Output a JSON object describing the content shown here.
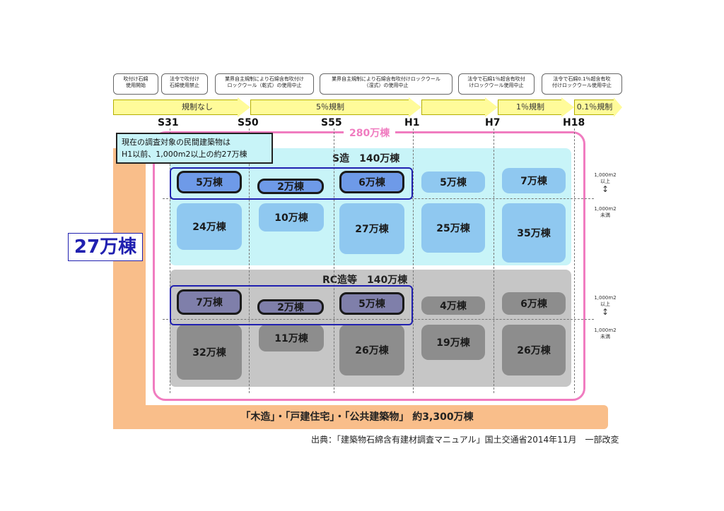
{
  "callouts": [
    "吹付け石綿\n使用開始",
    "法令で吹付け\n石綿使用禁止",
    "業界自主規制により石綿含有吹付け\nロックウール（乾式）の使用中止",
    "業界自主規制により石綿含有吹付けロックウール\n（湿式）の使用中止",
    "法令で石綿1％超含有吹付\nけロックウール使用中止",
    "法令で石綿0.1％超含有吹\n付けロックウール使用中止"
  ],
  "arrow_labels": [
    "規制なし",
    "5％規制",
    "1％規制",
    "0.1％規制"
  ],
  "eras": [
    "S31",
    "S50",
    "S55",
    "H1",
    "H7",
    "H18"
  ],
  "info_box": "現在の調査対象の民間建築物は\nH1以前、1,000m2以上の約27万棟",
  "total_label": "280万棟",
  "big_count": "27万棟",
  "s_title": "S造　140万棟",
  "rc_title": "RC造等　140万棟",
  "s_top": [
    "5万棟",
    "2万棟",
    "6万棟",
    "5万棟",
    "7万棟"
  ],
  "s_bottom": [
    "24万棟",
    "10万棟",
    "27万棟",
    "25万棟",
    "35万棟"
  ],
  "rc_top": [
    "7万棟",
    "2万棟",
    "5万棟",
    "4万棟",
    "6万棟"
  ],
  "rc_bottom": [
    "32万棟",
    "11万棟",
    "26万棟",
    "19万棟",
    "26万棟"
  ],
  "size_upper": "1,000m2\n以上",
  "size_lower": "1,000m2\n未満",
  "bottom_label": "「木造」・「戸建住宅」・「公共建築物」 約3,300万棟",
  "source": "出典：「建築物石綿含有建材調査マニュアル」国土交通省2014年11月　一部改変",
  "colors": {
    "orange": "#f9be8a",
    "pink_border": "#f07cc0",
    "s_bg": "#c8f4f8",
    "rc_bg": "#c6c6c6",
    "highlight": "#2020b0"
  }
}
